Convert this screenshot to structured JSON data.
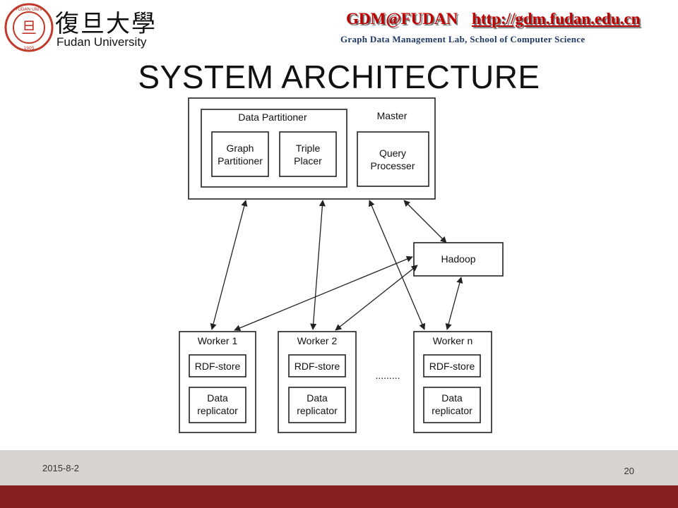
{
  "header": {
    "logo_cn": "復旦大學",
    "logo_en": "Fudan University",
    "seal_text": "FUDAN UNIVERSITY 1905",
    "lab_name": "GDM@FUDAN",
    "lab_url": "http://gdm.fudan.edu.cn",
    "lab_subtitle": "Graph Data Management Lab, School of Computer Science"
  },
  "slide": {
    "title": "SYSTEM ARCHITECTURE"
  },
  "diagram": {
    "master": {
      "label": "Master",
      "partitioner": {
        "label": "Data Partitioner",
        "graph_partitioner": [
          "Graph",
          "Partitioner"
        ],
        "triple_placer": [
          "Triple",
          "Placer"
        ]
      },
      "query_processer": [
        "Query",
        "Processer"
      ]
    },
    "hadoop": "Hadoop",
    "workers": [
      {
        "label": "Worker 1",
        "store": "RDF-store",
        "replicator": [
          "Data",
          "replicator"
        ]
      },
      {
        "label": "Worker 2",
        "store": "RDF-store",
        "replicator": [
          "Data",
          "replicator"
        ]
      },
      {
        "label": "Worker n",
        "store": "RDF-store",
        "replicator": [
          "Data",
          "replicator"
        ]
      }
    ],
    "ellipsis": "........."
  },
  "footer": {
    "date": "2015-8-2",
    "page": "20"
  },
  "colors": {
    "accent_red": "#c00000",
    "footer_gray": "#d9d3d0",
    "bottom_bar": "#861f1f",
    "subtitle_blue": "#1f3864"
  }
}
